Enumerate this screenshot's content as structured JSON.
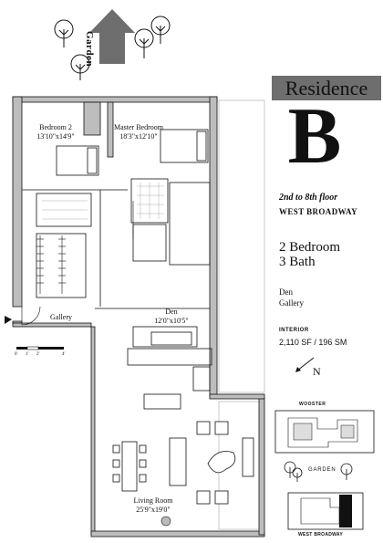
{
  "header": {
    "residence_word": "Residence",
    "unit_letter": "B"
  },
  "info": {
    "floors": "2nd to 8th floor",
    "street": "WEST BROADWAY",
    "bedrooms": "2 Bedroom",
    "baths": "3 Bath",
    "extra_1": "Den",
    "extra_2": "Gallery",
    "interior_label": "INTERIOR",
    "interior_area": "2,110 SF / 196 SM"
  },
  "garden_arrow": {
    "label": "Garden"
  },
  "rooms": {
    "bedroom2": {
      "name": "Bedroom 2",
      "size": "13'10\"x14'9\""
    },
    "master": {
      "name": "Master Bedroom",
      "size": "18'3\"x12'10\""
    },
    "gallery": {
      "name": "Gallery"
    },
    "den": {
      "name": "Den",
      "size": "12'0\"x10'5\""
    },
    "living": {
      "name": "Living Room",
      "size": "25'9\"x19'0\""
    }
  },
  "scale_bar": {
    "ticks": [
      "0'",
      "1'",
      "2'",
      "4'"
    ]
  },
  "compass": {
    "label": "N"
  },
  "keyplan": {
    "top_street": "WOOSTER",
    "garden": "GARDEN",
    "bottom_street": "WEST BROADWAY"
  },
  "colors": {
    "wall": "#bdbdbd",
    "wall_dark": "#111111",
    "badge": "#6e6e6e",
    "unit_highlight": "#111111"
  },
  "icons": [
    "tree-icon",
    "garden-arrow-icon",
    "entry-arrow-icon",
    "north-arrow-icon"
  ]
}
